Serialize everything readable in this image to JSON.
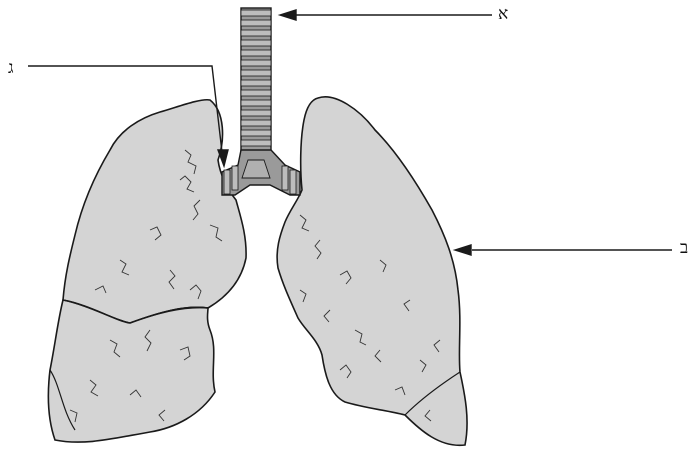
{
  "labels": {
    "trachea": "א",
    "left_lung": "ב",
    "bronchus": "ג"
  },
  "colors": {
    "lung_fill": "#d4d4d4",
    "outline": "#1a1a1a",
    "trachea_fill": "#9a9a9a",
    "trachea_ring_light": "#bdbdbd"
  }
}
